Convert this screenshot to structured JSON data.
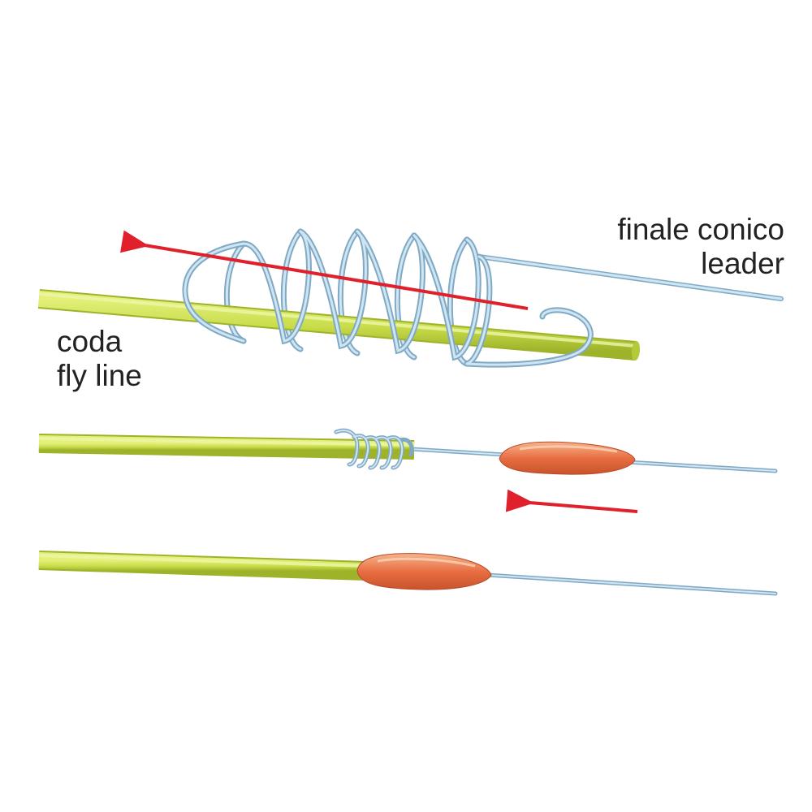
{
  "labels": {
    "leader_it": "finale conico",
    "leader_en": "leader",
    "flyline_it": "coda",
    "flyline_en": "fly line"
  },
  "colors": {
    "fly_line": "#c8dc4a",
    "fly_line_dark": "#9fb32a",
    "leader": "#a9cde3",
    "leader_dark": "#7fa9c4",
    "knot": "#e4683c",
    "knot_light": "#f7b48c",
    "arrow": "#e0202a",
    "text": "#222222"
  },
  "steps": [
    {
      "name": "tie-coils"
    },
    {
      "name": "slide-tube"
    },
    {
      "name": "finished-knot"
    }
  ]
}
